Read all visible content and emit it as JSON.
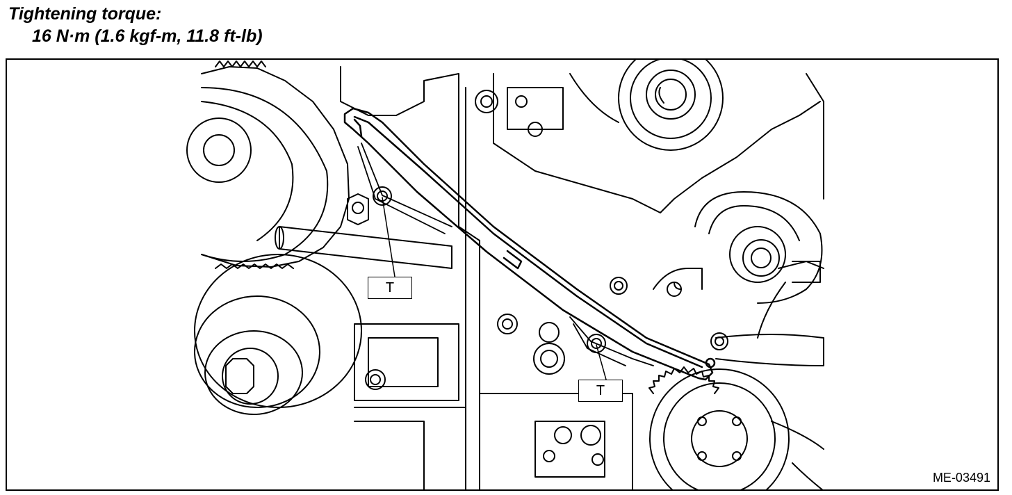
{
  "heading": {
    "label": "Tightening torque:",
    "value": "16 N·m (1.6 kgf-m, 11.8 ft-lb)"
  },
  "callouts": [
    {
      "id": "left",
      "label": "T"
    },
    {
      "id": "right",
      "label": "T"
    }
  ],
  "figure_ref": "ME-03491"
}
